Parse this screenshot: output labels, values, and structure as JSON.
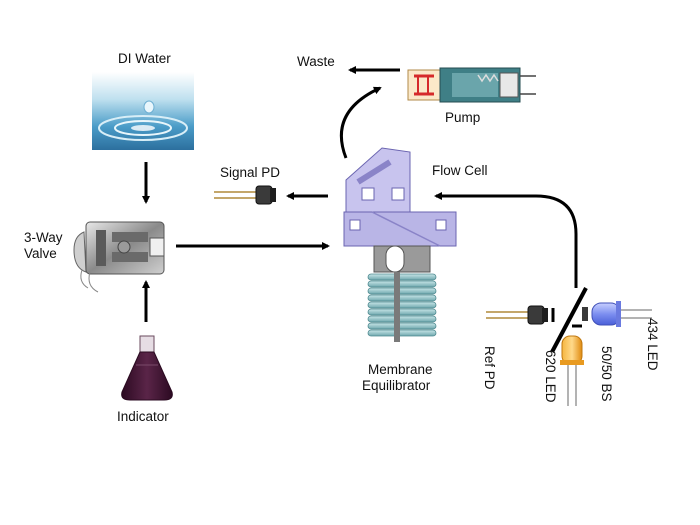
{
  "labels": {
    "di_water": "DI Water",
    "three_way_line1": "3-Way",
    "three_way_line2": "Valve",
    "indicator": "Indicator",
    "waste": "Waste",
    "pump": "Pump",
    "signal_pd": "Signal PD",
    "flow_cell": "Flow Cell",
    "membrane_line1": "Membrane",
    "membrane_line2": "Equilibrator",
    "ref_pd": "Ref PD",
    "led_620": "620 LED",
    "bs_5050": "50/50 BS",
    "led_434": "434 LED"
  },
  "colors": {
    "arrow": "#000000",
    "water": "#4a9cc8",
    "indicator_liquid": "#4a1a3a",
    "flow_cell_body": "#b9b5e6",
    "coil": "#8fc3c9",
    "pump_body": "#3f7f86",
    "pump_fluid": "#d52a2a",
    "led_434": "#7d8ff0",
    "led_620": "#f0a020"
  }
}
